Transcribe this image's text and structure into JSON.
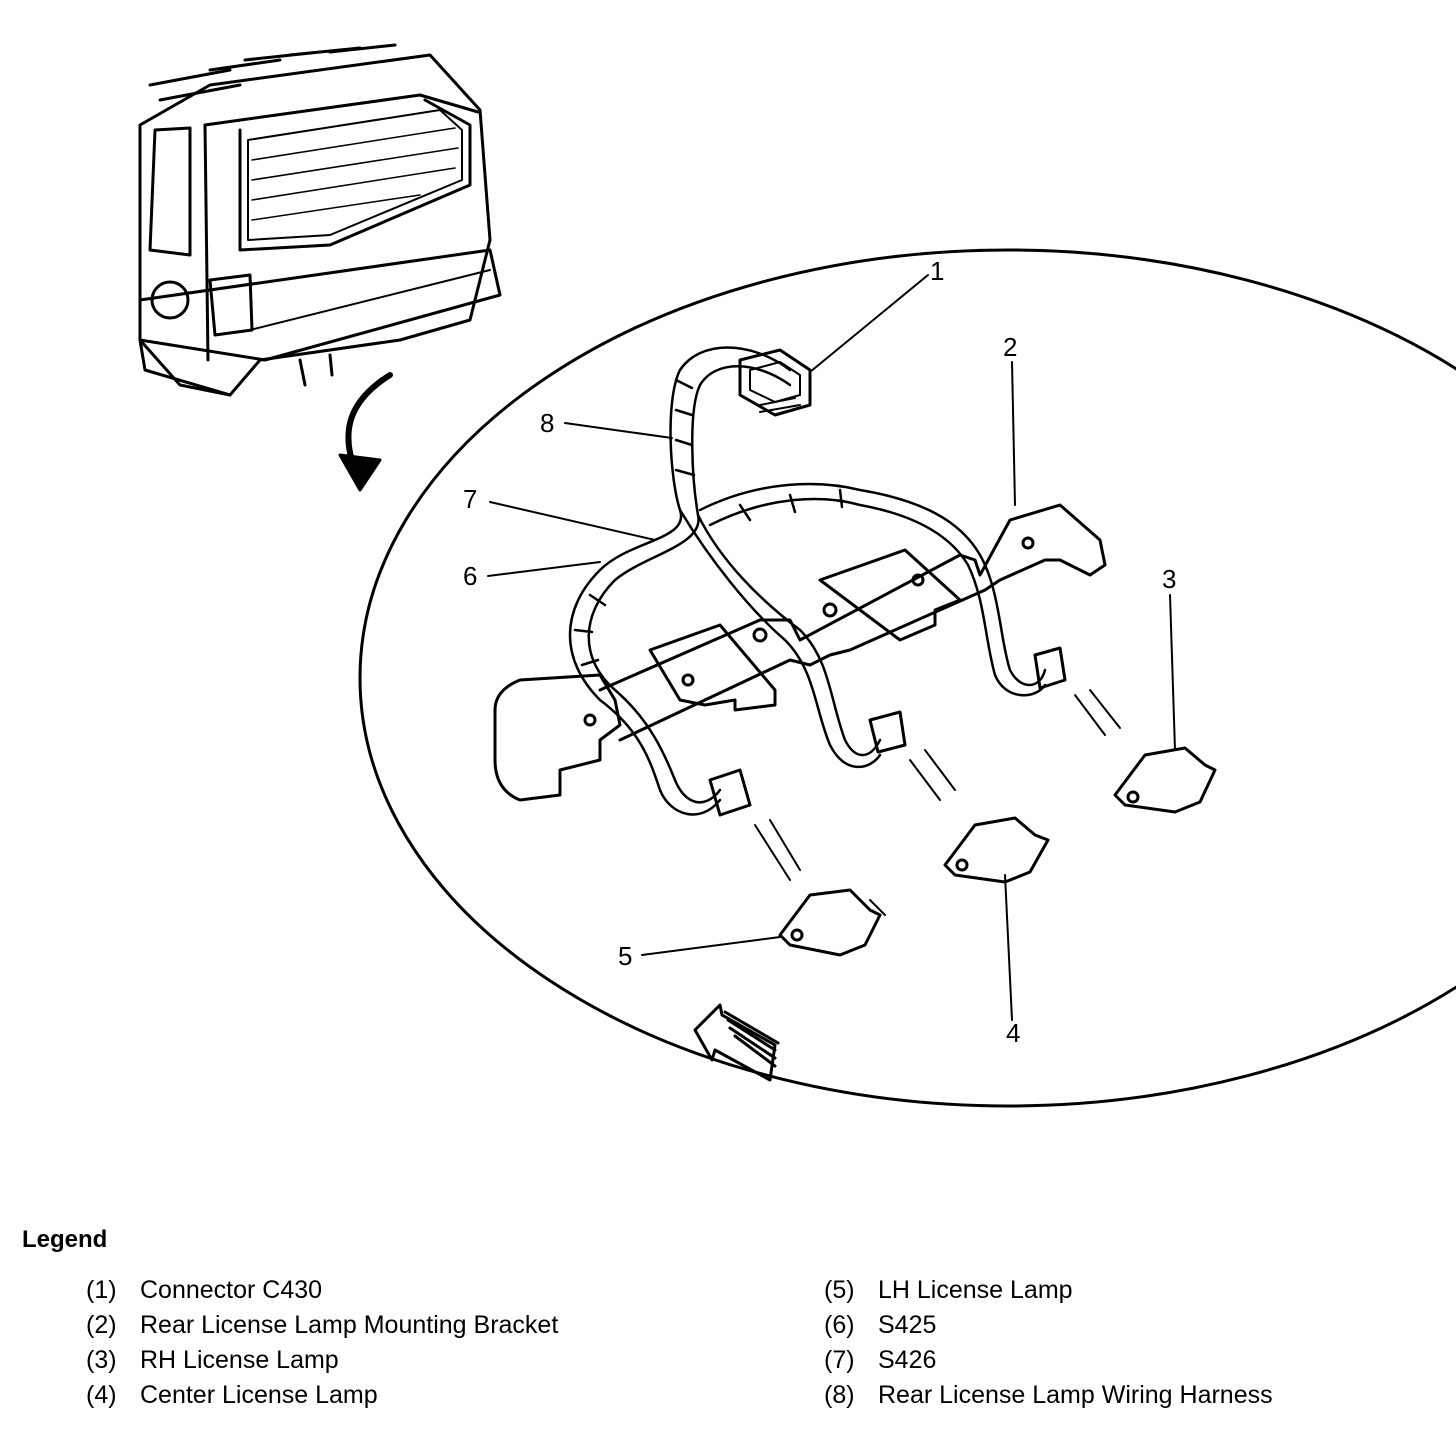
{
  "callouts": [
    "1",
    "2",
    "3",
    "4",
    "5",
    "6",
    "7",
    "8"
  ],
  "legend": {
    "title": "Legend",
    "items": [
      {
        "num": "(1)",
        "text": "Connector C430"
      },
      {
        "num": "(2)",
        "text": "Rear License Lamp Mounting Bracket"
      },
      {
        "num": "(3)",
        "text": "RH License Lamp"
      },
      {
        "num": "(4)",
        "text": "Center License Lamp"
      },
      {
        "num": "(5)",
        "text": "LH License Lamp"
      },
      {
        "num": "(6)",
        "text": "S425"
      },
      {
        "num": "(7)",
        "text": "S426"
      },
      {
        "num": "(8)",
        "text": "Rear License Lamp Wiring Harness"
      }
    ]
  }
}
